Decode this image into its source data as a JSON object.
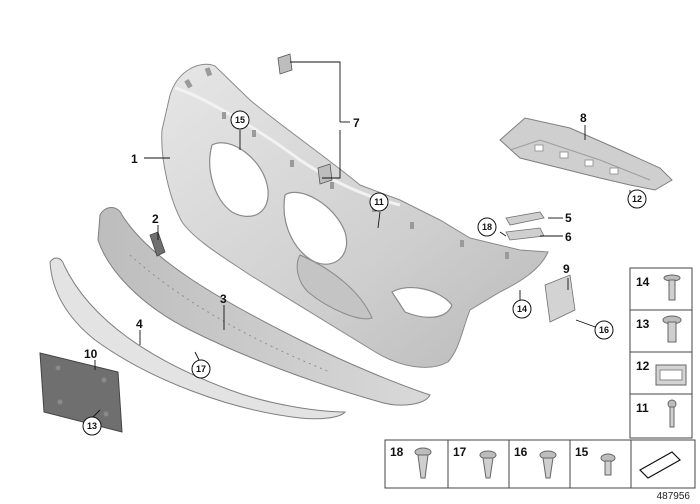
{
  "diagram_number": "487956",
  "callouts": [
    {
      "id": "c1",
      "label": "1"
    },
    {
      "id": "c2",
      "label": "2"
    },
    {
      "id": "c3",
      "label": "3"
    },
    {
      "id": "c4",
      "label": "4"
    },
    {
      "id": "c5",
      "label": "5"
    },
    {
      "id": "c6",
      "label": "6"
    },
    {
      "id": "c7",
      "label": "7"
    },
    {
      "id": "c8",
      "label": "8"
    },
    {
      "id": "c9",
      "label": "9"
    },
    {
      "id": "c10",
      "label": "10"
    },
    {
      "id": "c11",
      "label": "11"
    },
    {
      "id": "c12",
      "label": "12"
    },
    {
      "id": "c13",
      "label": "13"
    },
    {
      "id": "c14",
      "label": "14"
    },
    {
      "id": "c15",
      "label": "15"
    },
    {
      "id": "c16",
      "label": "16"
    },
    {
      "id": "c17",
      "label": "17"
    },
    {
      "id": "c18",
      "label": "18"
    }
  ],
  "fastener_table": {
    "vertical": [
      "14",
      "13",
      "12",
      "11"
    ],
    "horizontal": [
      "18",
      "17",
      "16",
      "15"
    ]
  },
  "colors": {
    "part_fill": "#d6d6d6",
    "part_stroke": "#8a8a8a",
    "dark_part": "#6f6f6f",
    "line": "#111111"
  }
}
